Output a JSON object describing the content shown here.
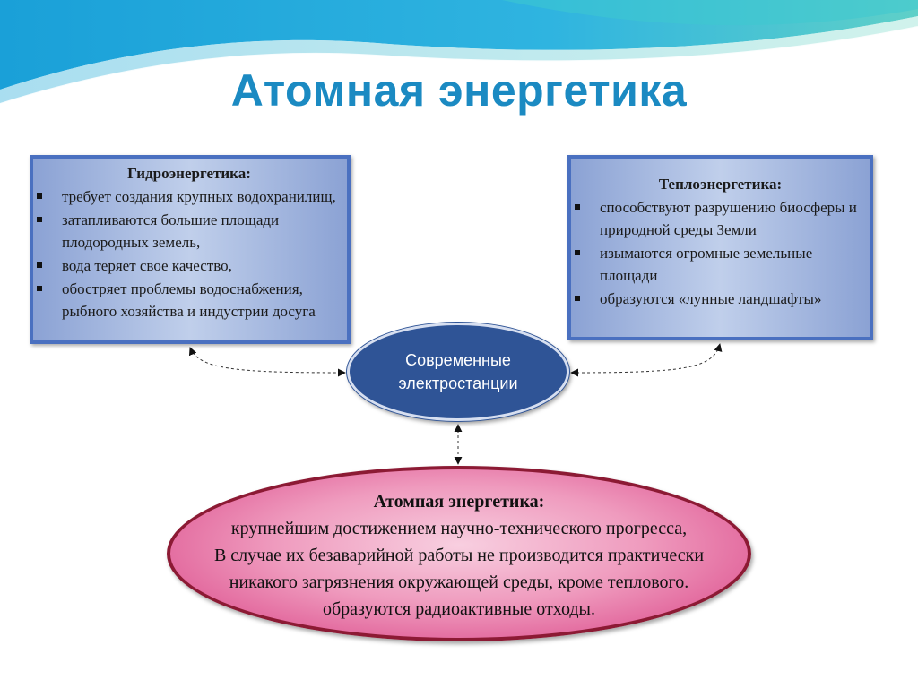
{
  "title": "Атомная энергетика",
  "hydro": {
    "heading": "Гидроэнергетика:",
    "items": [
      "требует создания крупных водохранилищ,",
      "затапливаются большие площади плодородных земель,",
      "вода теряет свое качество,",
      "обостряет проблемы водоснабжения, рыбного хозяйства и индустрии досуга"
    ]
  },
  "thermal": {
    "heading": "Теплоэнергетика:",
    "items": [
      "способствуют разрушению биосферы и природной среды Земли",
      "изымаются огромные земельные площади",
      "образуются «лунные ландшафты»"
    ]
  },
  "center": {
    "line1": "Современные",
    "line2": "электростанции"
  },
  "nuclear": {
    "heading": "Атомная энергетика:",
    "lines": [
      "крупнейшим достижением научно-технического прогресса,",
      "В случае их безаварийной работы не производится практически",
      "никакого загрязнения окружающей среды, кроме теплового.",
      "образуются радиоактивные отходы."
    ]
  },
  "colors": {
    "title": "#1b8ac2",
    "box_border": "#4a70c0",
    "center_oval": "#2f5496",
    "bottom_border": "#8c1a34",
    "bottom_fill": "#d83e82"
  },
  "icons": {
    "bullet": "square-bullet-icon",
    "connector": "dashed-double-arrow"
  }
}
